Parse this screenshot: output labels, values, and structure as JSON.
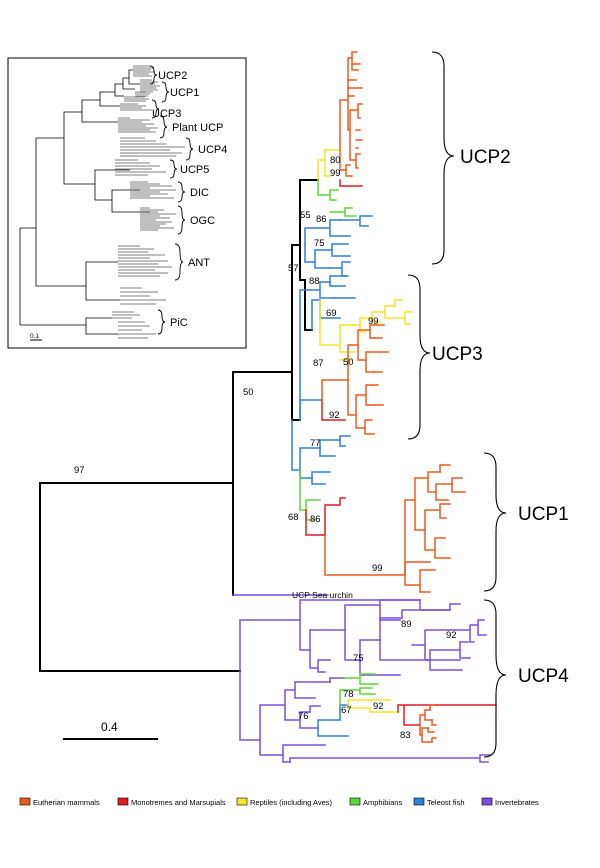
{
  "colors": {
    "eutherian": "#ee5a1e",
    "monotremes": "#e11b22",
    "reptiles": "#f0e82a",
    "amphibians": "#5fd63a",
    "teleost": "#2f7fd6",
    "invertebrates": "#7b4fe0",
    "backbone": "#000000"
  },
  "inset": {
    "labels": [
      "UCP2",
      "UCP1",
      "UCP3",
      "Plant UCP",
      "UCP4",
      "UCP5",
      "DIC",
      "OGC",
      "ANT",
      "PiC"
    ],
    "scale": "0.1"
  },
  "clades": {
    "ucp2": "UCP2",
    "ucp3": "UCP3",
    "ucp1": "UCP1",
    "ucp4": "UCP4"
  },
  "bootstrap": {
    "b80": "80",
    "b99a": "99",
    "b55": "55",
    "b86a": "86",
    "b75a": "75",
    "b57": "57",
    "b88": "88",
    "b69": "69",
    "b99b": "99",
    "b50a": "50",
    "b87": "87",
    "b50b": "50",
    "b92a": "92",
    "b97": "97",
    "b77": "77",
    "b68": "68",
    "b86b": "86",
    "b99c": "99",
    "b89": "89",
    "b92b": "92",
    "b75b": "75",
    "b78": "78",
    "b67": "67",
    "b92c": "92",
    "b76": "76",
    "b83": "83"
  },
  "sea_urchin_label": "UCP Sea urchin",
  "scale_bar": {
    "label": "0.4"
  },
  "legend": [
    {
      "label": "Eutherian mammals",
      "color": "#ee5a1e"
    },
    {
      "label": "Monotremes and Marsupials",
      "color": "#e11b22"
    },
    {
      "label": "Reptiles (including Aves)",
      "color": "#f0e82a"
    },
    {
      "label": "Amphibians",
      "color": "#5fd63a"
    },
    {
      "label": "Teleost fish",
      "color": "#2f7fd6"
    },
    {
      "label": "Invertebrates",
      "color": "#7b4fe0"
    }
  ]
}
